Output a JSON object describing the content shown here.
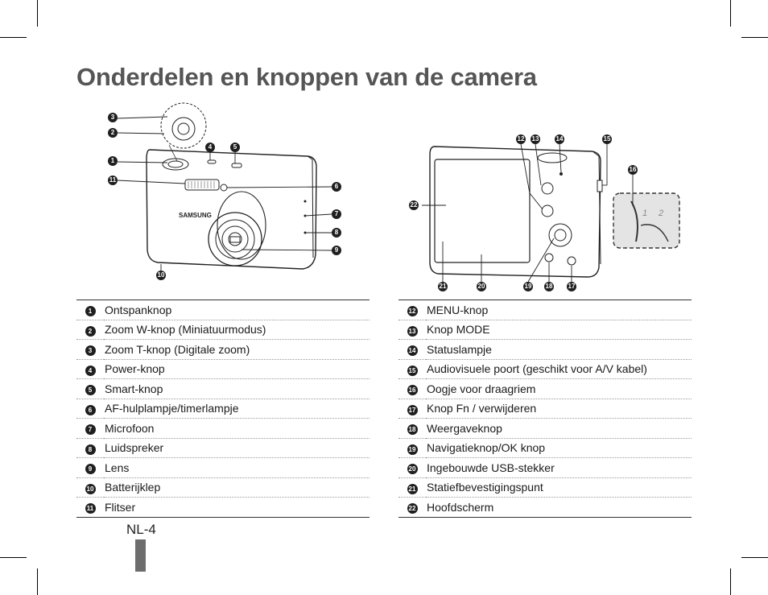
{
  "page": {
    "title": "Onderdelen en knoppen van de camera",
    "page_number": "NL-4"
  },
  "front_view": {
    "brand": "SAMSUNG",
    "callouts": [
      "1",
      "2",
      "3",
      "4",
      "5",
      "6",
      "7",
      "8",
      "9",
      "10",
      "11"
    ]
  },
  "back_view": {
    "callouts": [
      "12",
      "13",
      "14",
      "15",
      "16",
      "17",
      "18",
      "19",
      "20",
      "21",
      "22"
    ],
    "strap_steps": [
      "1",
      "2"
    ]
  },
  "left_table": [
    {
      "num": "1",
      "label": "Ontspanknop"
    },
    {
      "num": "2",
      "label": "Zoom W-knop (Miniatuurmodus)"
    },
    {
      "num": "3",
      "label": "Zoom T-knop (Digitale zoom)"
    },
    {
      "num": "4",
      "label": "Power-knop"
    },
    {
      "num": "5",
      "label": "Smart-knop"
    },
    {
      "num": "6",
      "label": "AF-hulplampje/timerlampje"
    },
    {
      "num": "7",
      "label": "Microfoon"
    },
    {
      "num": "8",
      "label": "Luidspreker"
    },
    {
      "num": "9",
      "label": "Lens"
    },
    {
      "num": "10",
      "label": "Batterijklep"
    },
    {
      "num": "11",
      "label": "Flitser"
    }
  ],
  "right_table": [
    {
      "num": "12",
      "label": "MENU-knop"
    },
    {
      "num": "13",
      "label": "Knop MODE"
    },
    {
      "num": "14",
      "label": "Statuslampje"
    },
    {
      "num": "15",
      "label": "Audiovisuele poort (geschikt voor A/V kabel)"
    },
    {
      "num": "16",
      "label": "Oogje voor draagriem"
    },
    {
      "num": "17",
      "label": "Knop Fn / verwijderen"
    },
    {
      "num": "18",
      "label": "Weergaveknop"
    },
    {
      "num": "19",
      "label": "Navigatieknop/OK knop"
    },
    {
      "num": "20",
      "label": "Ingebouwde USB-stekker"
    },
    {
      "num": "21",
      "label": "Statiefbevestigingspunt"
    },
    {
      "num": "22",
      "label": "Hoofdscherm"
    }
  ]
}
